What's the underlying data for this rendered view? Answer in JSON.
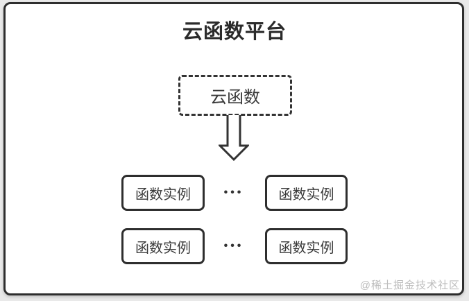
{
  "diagram": {
    "title": "云函数平台",
    "root_node": {
      "label": "云函数",
      "style": "dashed-border"
    },
    "arrow": {
      "direction": "down",
      "style": "hollow-outline"
    },
    "rows": [
      {
        "left": "函数实例",
        "dots": "•••",
        "right": "函数实例"
      },
      {
        "left": "函数实例",
        "dots": "•••",
        "right": "函数实例"
      }
    ],
    "watermark": "@稀土掘金技术社区"
  },
  "colors": {
    "page_background": "#e9e9e9",
    "frame_background": "#ffffff",
    "border": "#2e2e2e",
    "title_text": "#2b2b2b",
    "node_text": "#3a3a3a",
    "watermark_text": "#bdbdbd"
  }
}
